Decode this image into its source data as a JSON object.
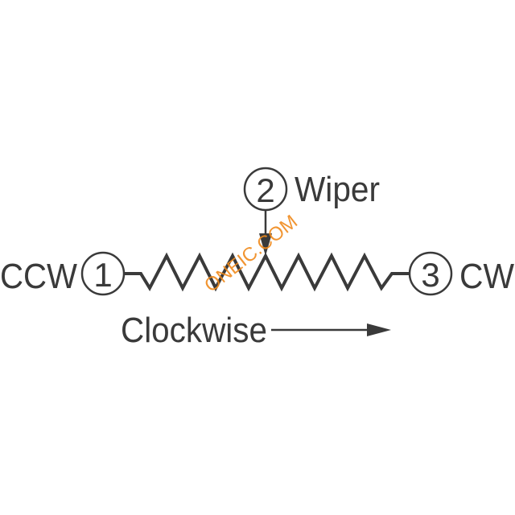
{
  "diagram": {
    "type": "potentiometer-schematic",
    "terminals": [
      {
        "number": "1",
        "label": "CCW"
      },
      {
        "number": "2",
        "label": "Wiper"
      },
      {
        "number": "3",
        "label": "CW"
      }
    ],
    "direction_label": "Clockwise",
    "watermark": "ONEIC.COM",
    "colors": {
      "line": "#3a3a3a",
      "watermark": "#f08a1c",
      "background": "#ffffff"
    }
  }
}
